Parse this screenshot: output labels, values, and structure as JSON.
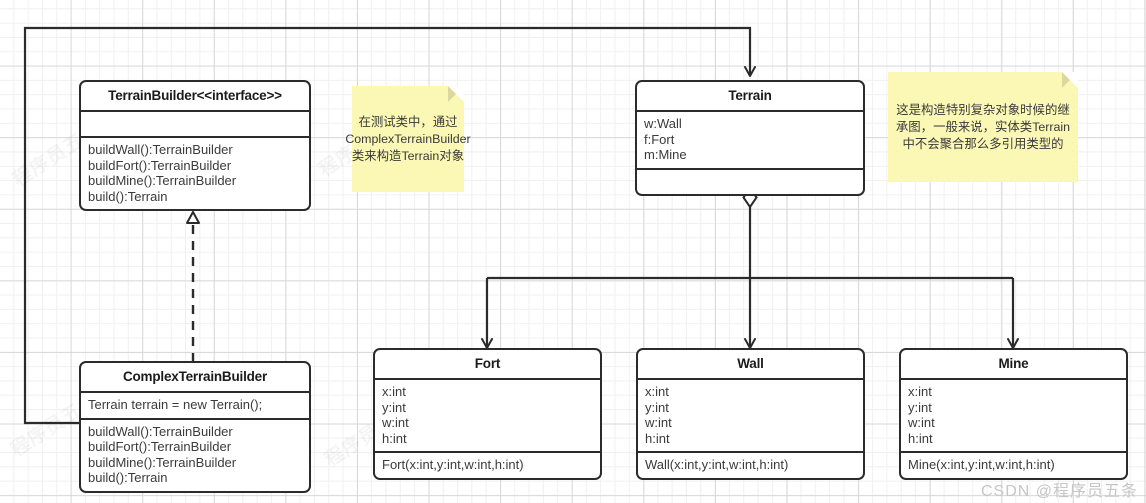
{
  "diagram": {
    "title": "UML class diagram - Builder pattern (Terrain)",
    "watermark": "CSDN @程序员五条",
    "watermark_diagonal": "程序员五条",
    "colors": {
      "note_background": "#fbf8b6",
      "class_border": "#2b2b2b",
      "class_background": "#ffffff",
      "grid_major": "#d8d8d8",
      "grid_minor": "#f0f0f0",
      "connector": "#2b2b2b"
    }
  },
  "classes": {
    "terrain_builder": {
      "name": "TerrainBuilder<<interface>>",
      "attributes": [],
      "methods": [
        "buildWall():TerrainBuilder",
        "buildFort():TerrainBuilder",
        "buildMine():TerrainBuilder",
        "build():Terrain"
      ]
    },
    "complex_terrain_builder": {
      "name": "ComplexTerrainBuilder",
      "attributes": [
        "Terrain terrain = new Terrain();"
      ],
      "methods": [
        "buildWall():TerrainBuilder",
        "buildFort():TerrainBuilder",
        "buildMine():TerrainBuilder",
        "build():Terrain"
      ]
    },
    "terrain": {
      "name": "Terrain",
      "attributes": [
        "w:Wall",
        "f:Fort",
        "m:Mine"
      ],
      "methods": []
    },
    "fort": {
      "name": "Fort",
      "attributes": [
        "x:int",
        "y:int",
        "w:int",
        "h:int"
      ],
      "methods": [
        "Fort(x:int,y:int,w:int,h:int)"
      ]
    },
    "wall": {
      "name": "Wall",
      "attributes": [
        "x:int",
        "y:int",
        "w:int",
        "h:int"
      ],
      "methods": [
        "Wall(x:int,y:int,w:int,h:int)"
      ]
    },
    "mine": {
      "name": "Mine",
      "attributes": [
        "x:int",
        "y:int",
        "w:int",
        "h:int"
      ],
      "methods": [
        "Mine(x:int,y:int,w:int,h:int)"
      ]
    }
  },
  "notes": {
    "left_note": {
      "text": "在测试类中，通过ComplexTerrainBuilder类来构造Terrain对象"
    },
    "right_note": {
      "text": "这是构造特别复杂对象时候的继承图，一般来说，实体类Terrain中不会聚合那么多引用类型的"
    }
  },
  "relations": [
    {
      "name": "realization-complexterrainbuilder-to-terrainbuilder",
      "type": "realization",
      "from": "ComplexTerrainBuilder",
      "to": "TerrainBuilder",
      "style": "dashed",
      "arrowhead": "hollow-triangle"
    },
    {
      "name": "aggregation-complexterrainbuilder-to-terrain",
      "type": "aggregation",
      "from": "ComplexTerrainBuilder",
      "to": "Terrain",
      "style": "solid",
      "arrowhead": "open-arrow",
      "diamond_at": "ComplexTerrainBuilder"
    },
    {
      "name": "aggregation-terrain-to-fort",
      "type": "aggregation",
      "from": "Terrain",
      "to": "Fort",
      "style": "solid",
      "arrowhead": "open-arrow",
      "diamond_at": "Terrain"
    },
    {
      "name": "aggregation-terrain-to-wall",
      "type": "aggregation",
      "from": "Terrain",
      "to": "Wall",
      "style": "solid",
      "arrowhead": "open-arrow",
      "diamond_at": "Terrain"
    },
    {
      "name": "aggregation-terrain-to-mine",
      "type": "aggregation",
      "from": "Terrain",
      "to": "Mine",
      "style": "solid",
      "arrowhead": "open-arrow",
      "diamond_at": "Terrain"
    }
  ]
}
